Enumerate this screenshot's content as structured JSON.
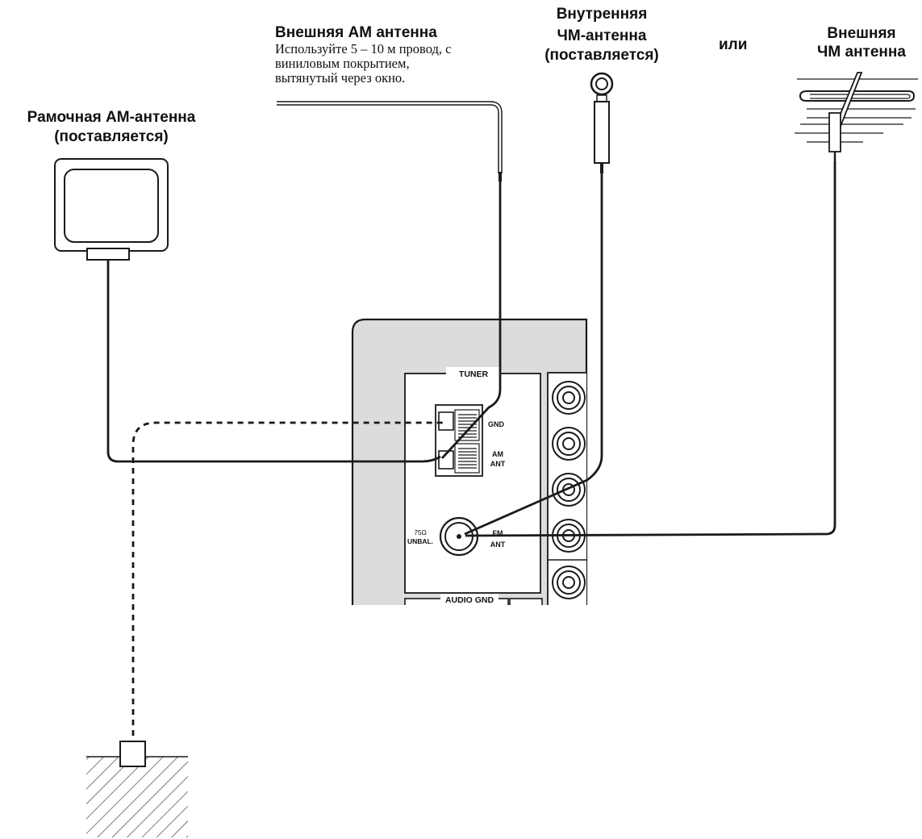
{
  "labels": {
    "ext_am_title": "Внешняя АМ антенна",
    "ext_am_desc_1": "Используйте 5 – 10 м провод, с",
    "ext_am_desc_2": "виниловым покрытием,",
    "ext_am_desc_3": "вытянутый через окно.",
    "int_fm_1": "Внутренняя",
    "int_fm_2": "ЧМ-антенна",
    "int_fm_3": "(поставляется)",
    "or": "или",
    "ext_fm_1": "Внешняя",
    "ext_fm_2": "ЧМ антенна",
    "loop_am_1": "Рамочная АМ-антенна",
    "loop_am_2": "(поставляется)"
  },
  "panel": {
    "tuner": "TUNER",
    "gnd": "GND",
    "am_ant_1": "AM",
    "am_ant_2": "ANT",
    "ohm_1": "75Ω",
    "ohm_2": "UNBAL.",
    "fm_ant_1": "FM",
    "fm_ant_2": "ANT",
    "audio_gnd": "AUDIO GND"
  },
  "colors": {
    "panel_fill": "#dcdcdc",
    "line": "#1a1a1a"
  }
}
